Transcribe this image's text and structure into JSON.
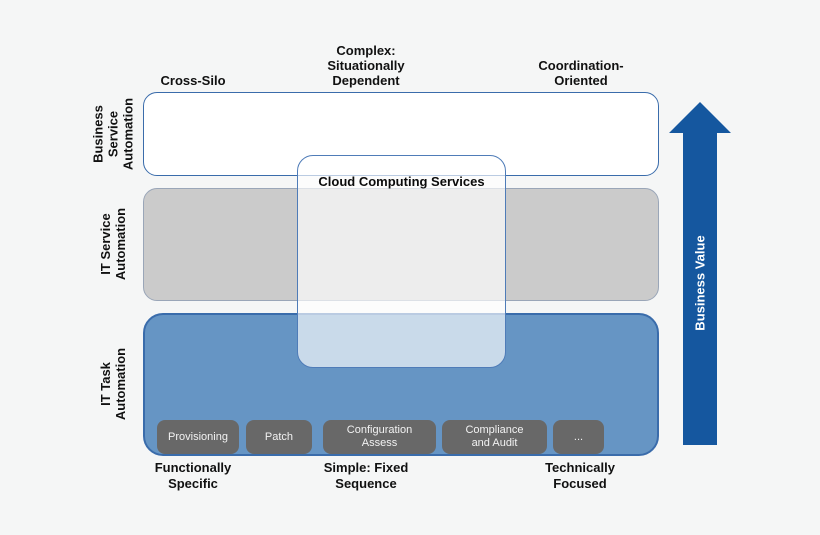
{
  "diagram": {
    "title_overlay": "Cloud Computing Services",
    "colors": {
      "background": "#f5f6f6",
      "band_business_fill": "#ffffff",
      "band_it_service_fill": "#cbcbcb",
      "band_it_task_fill": "#6695c4",
      "band_border_blue": "#3a6cab",
      "overlay_fill": "rgba(255,255,255,0.65)",
      "overlay_border": "#4f7cb8",
      "task_box_fill": "#686868",
      "arrow_blue": "#15579f"
    },
    "column_headers": [
      "Cross-Silo",
      "Complex:\nSituationally\nDependent",
      "Coordination-\nOriented"
    ],
    "row_labels": [
      "Business\nService\nAutomation",
      "IT Service\nAutomation",
      "IT Task\nAutomation"
    ],
    "bottom_labels": [
      "Functionally\nSpecific",
      "Simple: Fixed\nSequence",
      "Technically\nFocused"
    ],
    "task_boxes": [
      "Provisioning",
      "Patch",
      "Configuration\nAssess",
      "Compliance\nand Audit",
      "..."
    ],
    "arrow_label": "Business Value"
  }
}
